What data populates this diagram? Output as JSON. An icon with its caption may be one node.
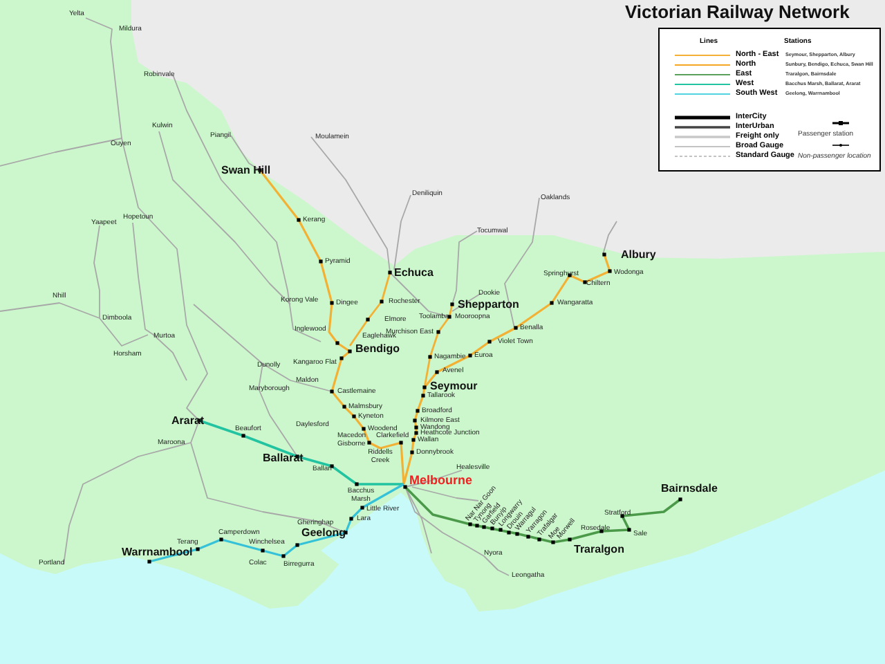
{
  "diagram": {
    "title": "Victorian Railway Network",
    "labels": [
      "Yelta",
      "Mildura",
      "Robinvale",
      "Kulwin",
      "Piangil",
      "Moulamein",
      "Ouyen",
      "Swan Hill",
      "Deniliquin",
      "Oaklands",
      "Hopetoun",
      "Kerang",
      "Yaapeet",
      "Tocumwal",
      "Albury",
      "Pyramid",
      "Echuca",
      "Springhurst",
      "Wodonga",
      "Chiltern",
      "Dookie",
      "Korong Vale",
      "Nhill",
      "Rochester",
      "Dingee",
      "Wangaratta",
      "Shepparton",
      "Dimboola",
      "Elmore",
      "Toolamba",
      "Mooroopna",
      "Inglewood",
      "Murchison East",
      "Benalla",
      "Murtoa",
      "Eaglehawk",
      "Violet Town",
      "Bendigo",
      "Horsham",
      "Nagambie",
      "Euroa",
      "Kangaroo Flat",
      "Dunolly",
      "Avenel",
      "Maldon",
      "Seymour",
      "Maryborough",
      "Castlemaine",
      "Tallarook",
      "Malmsbury",
      "Broadford",
      "Kyneton",
      "Ararat",
      "Kilmore East",
      "Daylesford",
      "Woodend",
      "Wandong",
      "Heathcote Junction",
      "Beaufort",
      "Macedon",
      "Wallan",
      "Maroona",
      "Gisborne",
      "Clarkefield",
      "Donnybrook",
      "Riddells Creek",
      "Ballarat",
      "Ballan",
      "Healesville",
      "Melbourne",
      "Bairnsdale",
      "Bacchus Marsh",
      "Little River",
      "Stratford",
      "Gheringhap",
      "Lara",
      "Camperdown",
      "Geelong",
      "Rosedale",
      "Sale",
      "Terang",
      "Winchelsea",
      "Warrnambool",
      "Traralgon",
      "Portland",
      "Colac",
      "Birregurra",
      "Nyora",
      "Leongatha",
      "Nar Nar Goon",
      "Tynong",
      "Garfield",
      "Bunyip",
      "Longwarry",
      "Drouin",
      "Warragul",
      "Yarragon",
      "Trafalgar",
      "Moe",
      "Morwell",
      "Lines",
      "Stations",
      "Seymour, Shepparton, Albury",
      "Sunbury, Bendigo, Echuca, Swan Hill",
      "Traralgon, Bairnsdale",
      "Bacchus Marsh, Ballarat, Ararat",
      "Geelong, Warrnambool"
    ],
    "legend": [
      {
        "text": "North - East"
      },
      {
        "text": "North"
      },
      {
        "text": "East"
      },
      {
        "text": "West"
      },
      {
        "text": "South West"
      },
      {
        "text": "InterCity"
      },
      {
        "text": "InterUrban"
      },
      {
        "text": "Freight only"
      },
      {
        "text": "Broad Gauge"
      },
      {
        "text": "Standard Gauge"
      },
      {
        "text": "Passenger station"
      },
      {
        "text": "Non-passenger location"
      }
    ]
  }
}
